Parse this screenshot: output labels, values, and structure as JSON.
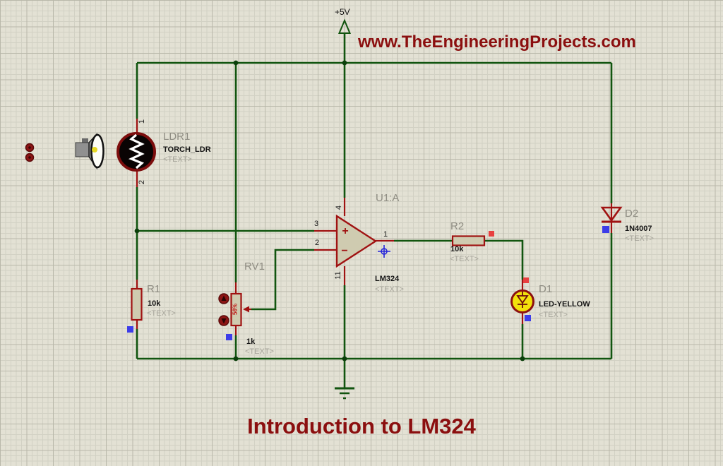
{
  "power_label": "+5V",
  "website_text": "www.TheEngineeringProjects.com",
  "title_text": "Introduction to LM324",
  "components": {
    "ldr1": {
      "ref": "LDR1",
      "value": "TORCH_LDR",
      "placeholder": "<TEXT>",
      "pin_top": "1",
      "pin_bottom": "2"
    },
    "opamp": {
      "ref": "U1:A",
      "value": "LM324",
      "placeholder": "<TEXT>",
      "pin_in_plus": "3",
      "pin_in_minus": "2",
      "pin_vcc": "4",
      "pin_gnd": "11",
      "pin_out": "1",
      "plus_sign": "+",
      "minus_sign": "−"
    },
    "r1": {
      "ref": "R1",
      "value": "10k",
      "placeholder": "<TEXT>"
    },
    "rv1": {
      "ref": "RV1",
      "value": "1k",
      "placeholder": "<TEXT>",
      "wiper_setting": "56%"
    },
    "r2": {
      "ref": "R2",
      "value": "10k",
      "placeholder": "<TEXT>"
    },
    "d1": {
      "ref": "D1",
      "value": "LED-YELLOW",
      "placeholder": "<TEXT>"
    },
    "d2": {
      "ref": "D2",
      "value": "1N4007",
      "placeholder": "<TEXT>"
    }
  },
  "colors": {
    "background": "#e3e1d4",
    "grid_minor": "#d2d1c4",
    "grid_major": "#b9b8aa",
    "wire_green": "#11550f",
    "component_red": "#a01212",
    "component_fill": "#cfcbb0",
    "led_yellow": "#f2e20c",
    "brand_red": "#8b0f0f",
    "label_gray": "#8f8d83",
    "marker_blue": "#3d3de8",
    "marker_red": "#e84040"
  }
}
